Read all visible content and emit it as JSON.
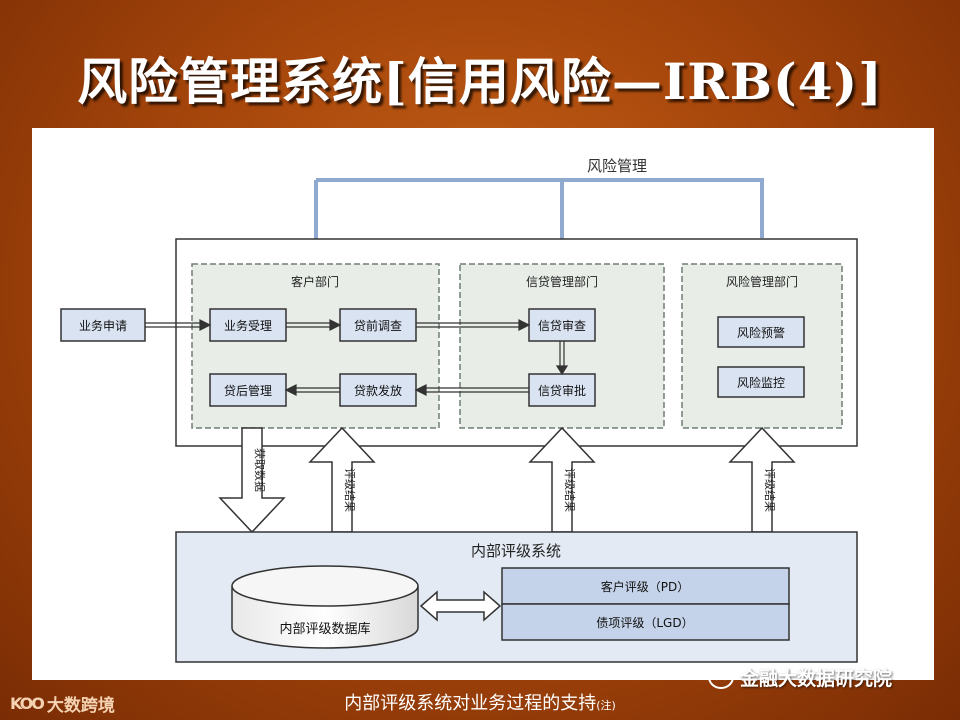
{
  "title": "风险管理系统[信用风险—IRB(4)]",
  "diagram": {
    "risk_mgmt_label": "风险管理",
    "departments": {
      "customer": "客户部门",
      "credit": "信贷管理部门",
      "risk": "风险管理部门"
    },
    "nodes": {
      "application": "业务申请",
      "acceptance": "业务受理",
      "pre_loan": "贷前调查",
      "credit_review": "信贷审查",
      "credit_approval": "信贷审批",
      "loan_disbursement": "贷款发放",
      "post_loan": "贷后管理",
      "risk_warning": "风险预警",
      "risk_monitoring": "风险监控"
    },
    "vertical_arrows": {
      "get_data": "获取数据",
      "rating_result": "评级结果"
    },
    "internal_system": {
      "title": "内部评级系统",
      "database": "内部评级数据库",
      "pd": "客户评级（PD）",
      "lgd": "债项评级（LGD）"
    }
  },
  "caption": {
    "text": "内部评级系统对业务过程的支持",
    "note": "(注)"
  },
  "logos": {
    "left": "大数跨境",
    "left_mark": "KOO",
    "right": "金融大数据研究院",
    "right_mark": "○○"
  }
}
